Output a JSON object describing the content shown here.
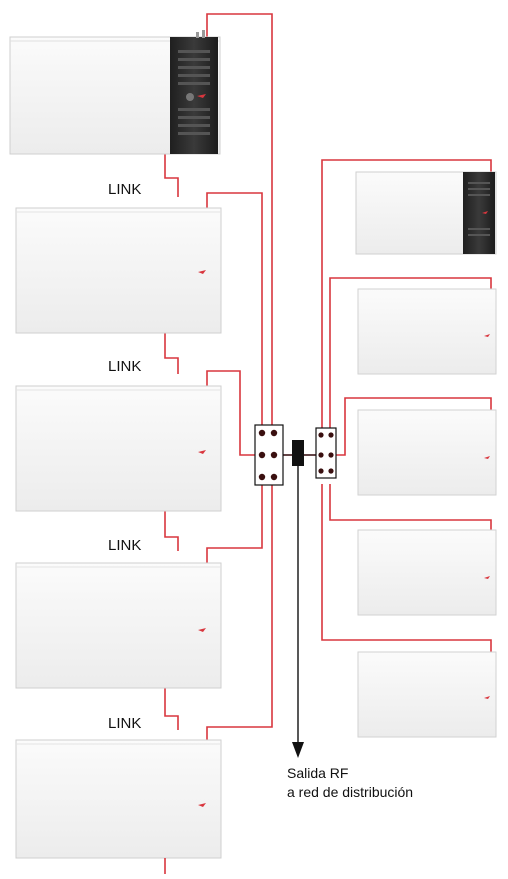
{
  "links": [
    "LINK",
    "LINK",
    "LINK",
    "LINK"
  ],
  "output": {
    "line1": "Salida RF",
    "line2": "a red de distribución"
  },
  "colors": {
    "wire": "#d9363e",
    "cabinet": "#f3f3f3",
    "cabinet_edge": "#c8c8c8",
    "panel": "#2b2b2b",
    "accent": "#d9363e",
    "ink": "#111111"
  },
  "icons": [
    "splitter-icon",
    "arrow-down-icon",
    "logo-mark-icon"
  ]
}
